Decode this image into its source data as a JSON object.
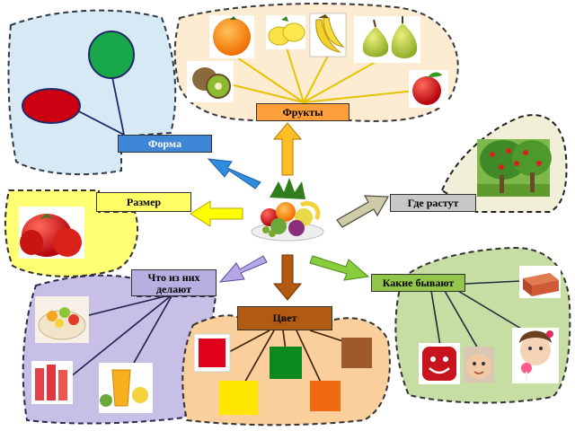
{
  "labels": {
    "fruits": "Фрукты",
    "shape": "Форма",
    "size": "Размер",
    "where_grow": "Где растут",
    "what_made": "Что из них делают",
    "color": "Цвет",
    "kinds": "Какие бывают"
  },
  "colors": {
    "label_blue": "#3f86d6",
    "label_yellow": "#ffff66",
    "label_orange": "#ff9f3c",
    "label_gray": "#c7c7c7",
    "label_lilac": "#b9aee0",
    "label_brown": "#b15a12",
    "label_green": "#93c54b",
    "swatch_red": "#e0001b",
    "swatch_green": "#0a8a1e",
    "swatch_brown": "#9c5a2d",
    "swatch_yellow": "#ffe600",
    "swatch_orange": "#ef6a10"
  },
  "icons": [
    "fruit-basket-icon",
    "orange-icon",
    "lemon-icon",
    "banana-icon",
    "pear-icon",
    "kiwi-icon",
    "apple-icon",
    "tomato-icon",
    "apple-tree-icon",
    "fruit-salad-icon",
    "juice-glasses-icon",
    "juice-cup-icon",
    "brick-icon",
    "pillow-icon",
    "baby-face-icon",
    "girl-lollipop-icon"
  ]
}
